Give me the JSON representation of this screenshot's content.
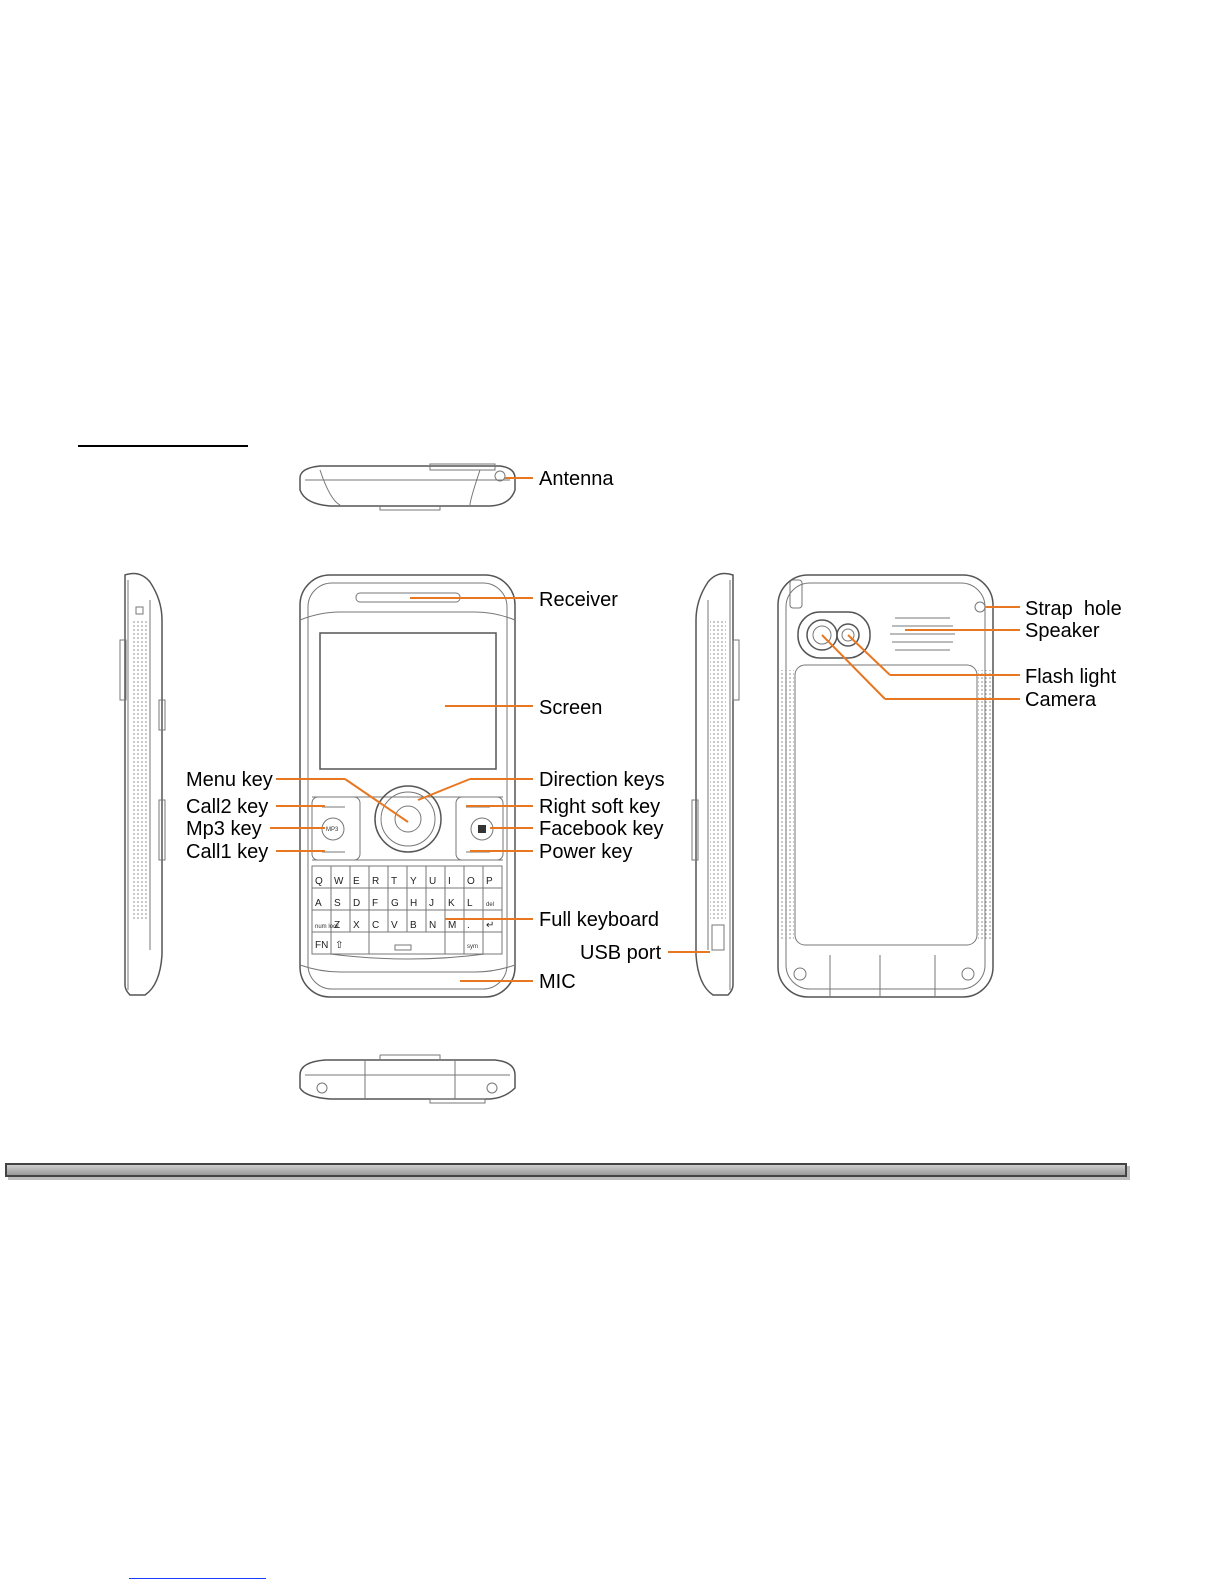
{
  "labels": {
    "antenna": "Antenna",
    "receiver": "Receiver",
    "screen": "Screen",
    "menu_key": "Menu key",
    "call2_key": "Call2 key",
    "mp3_key": "Mp3 key",
    "call1_key": "Call1 key",
    "direction_keys": "Direction keys",
    "right_soft_key": "Right soft key",
    "facebook_key": "Facebook key",
    "power_key": "Power key",
    "full_keyboard": "Full keyboard",
    "usb_port": "USB port",
    "mic": "MIC",
    "strap_hole": "Strap  hole",
    "speaker": "Speaker",
    "flash_light": "Flash light",
    "camera": "Camera"
  },
  "keyboard": {
    "row1": [
      "Q",
      "W",
      "E",
      "R",
      "T",
      "Y",
      "U",
      "I",
      "O",
      "P"
    ],
    "row2": [
      "A",
      "S",
      "D",
      "F",
      "G",
      "H",
      "J",
      "K",
      "L",
      "del"
    ],
    "row3": [
      "num lock",
      "Z",
      "X",
      "C",
      "V",
      "B",
      "N",
      "M",
      ".",
      "↵"
    ],
    "row4": [
      "FN",
      "⇧",
      "sym"
    ],
    "mp3_badge": "MP3"
  },
  "colors": {
    "leader": "#e87722",
    "outline": "#555555"
  }
}
